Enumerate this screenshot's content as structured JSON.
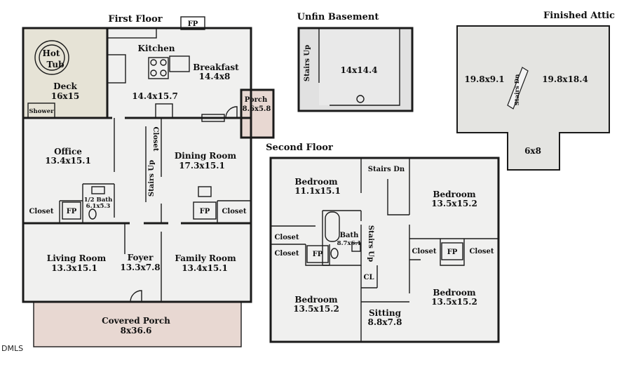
{
  "titles": {
    "first_floor": "First Floor",
    "unfin_basement": "Unfin Basement",
    "finished_attic": "Finished Attic",
    "second_floor": "Second Floor"
  },
  "first_floor": {
    "fp_top": "FP",
    "hot_tub_1": "Hot",
    "hot_tub_2": "Tub",
    "deck_name": "Deck",
    "deck_size": "16x15",
    "shower": "Shower",
    "kitchen_name": "Kitchen",
    "kitchen_size": "14.4x15.7",
    "breakfast_name": "Breakfast",
    "breakfast_size": "14.4x8",
    "porch_name": "Porch",
    "porch_size": "8.6x5.8",
    "office_name": "Office",
    "office_size": "13.4x15.1",
    "closet_vertical": "Closet",
    "stairs_up": "Stairs Up",
    "dining_name": "Dining Room",
    "dining_size": "17.3x15.1",
    "half_bath_name": "1/2 Bath",
    "half_bath_size": "6.1x5.3",
    "closet_left": "Closet",
    "fp_office": "FP",
    "fp_family": "FP",
    "closet_family": "Closet",
    "living_name": "Living Room",
    "living_size": "13.3x15.1",
    "foyer_name": "Foyer",
    "foyer_size": "13.3x7.8",
    "family_name": "Family Room",
    "family_size": "13.4x15.1",
    "covered_porch_name": "Covered Porch",
    "covered_porch_size": "8x36.6"
  },
  "basement": {
    "stairs_up": "Stairs Up",
    "size": "14x14.4"
  },
  "attic": {
    "left_size": "19.8x9.1",
    "stairs_dn": "Stairs Dn",
    "right_size": "19.8x18.4",
    "bottom_size": "6x8"
  },
  "second_floor": {
    "bedroom_nw_name": "Bedroom",
    "bedroom_nw_size": "11.1x15.1",
    "stairs_dn": "Stairs Dn",
    "bedroom_ne_name": "Bedroom",
    "bedroom_ne_size": "13.5x15.2",
    "closet_1": "Closet",
    "closet_2": "Closet",
    "fp_left": "FP",
    "bath_name": "Bath",
    "bath_size": "8.7x6.1",
    "stairs_up": "Stairs Up",
    "closet_3": "Closet",
    "fp_right": "FP",
    "closet_4": "Closet",
    "cl": "CL",
    "bedroom_sw_name": "Bedroom",
    "bedroom_sw_size": "13.5x15.2",
    "sitting_name": "Sitting",
    "sitting_size": "8.8x7.8",
    "bedroom_se_name": "Bedroom",
    "bedroom_se_size": "13.5x15.2"
  },
  "watermark": "DMLS",
  "colors": {
    "floor": "#f0f0ef",
    "deck": "#e6e3d6",
    "porch": "#e8d8d2",
    "basement_floor": "#e1e1e1",
    "attic_floor": "#e4e4e1",
    "wall": "#1a1a1a"
  }
}
